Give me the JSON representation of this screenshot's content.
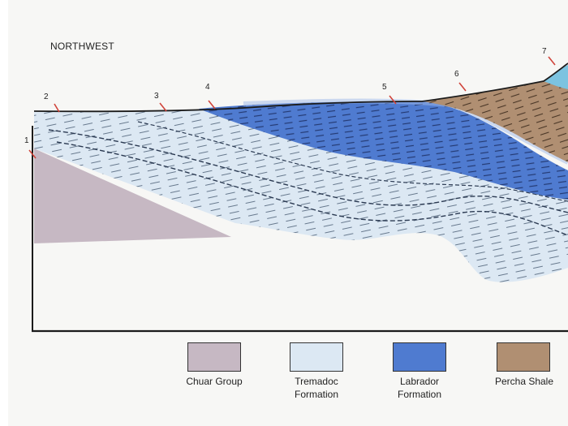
{
  "section": {
    "direction_label": "NORTHWEST",
    "well_markers": [
      "1",
      "2",
      "3",
      "4",
      "5",
      "6",
      "7"
    ]
  },
  "legend": [
    {
      "label": "Chuar Group",
      "color": "#c6b8c3"
    },
    {
      "label": "Tremadoc Formation",
      "color": "#dce8f3"
    },
    {
      "label": "Labrador Formation",
      "color": "#4f7bd0"
    },
    {
      "label": "Percha Shale",
      "color": "#b08f72"
    }
  ],
  "colors": {
    "background": "#f7f7f5",
    "frame": "#1b1b1b",
    "marker": "#d0433a"
  }
}
